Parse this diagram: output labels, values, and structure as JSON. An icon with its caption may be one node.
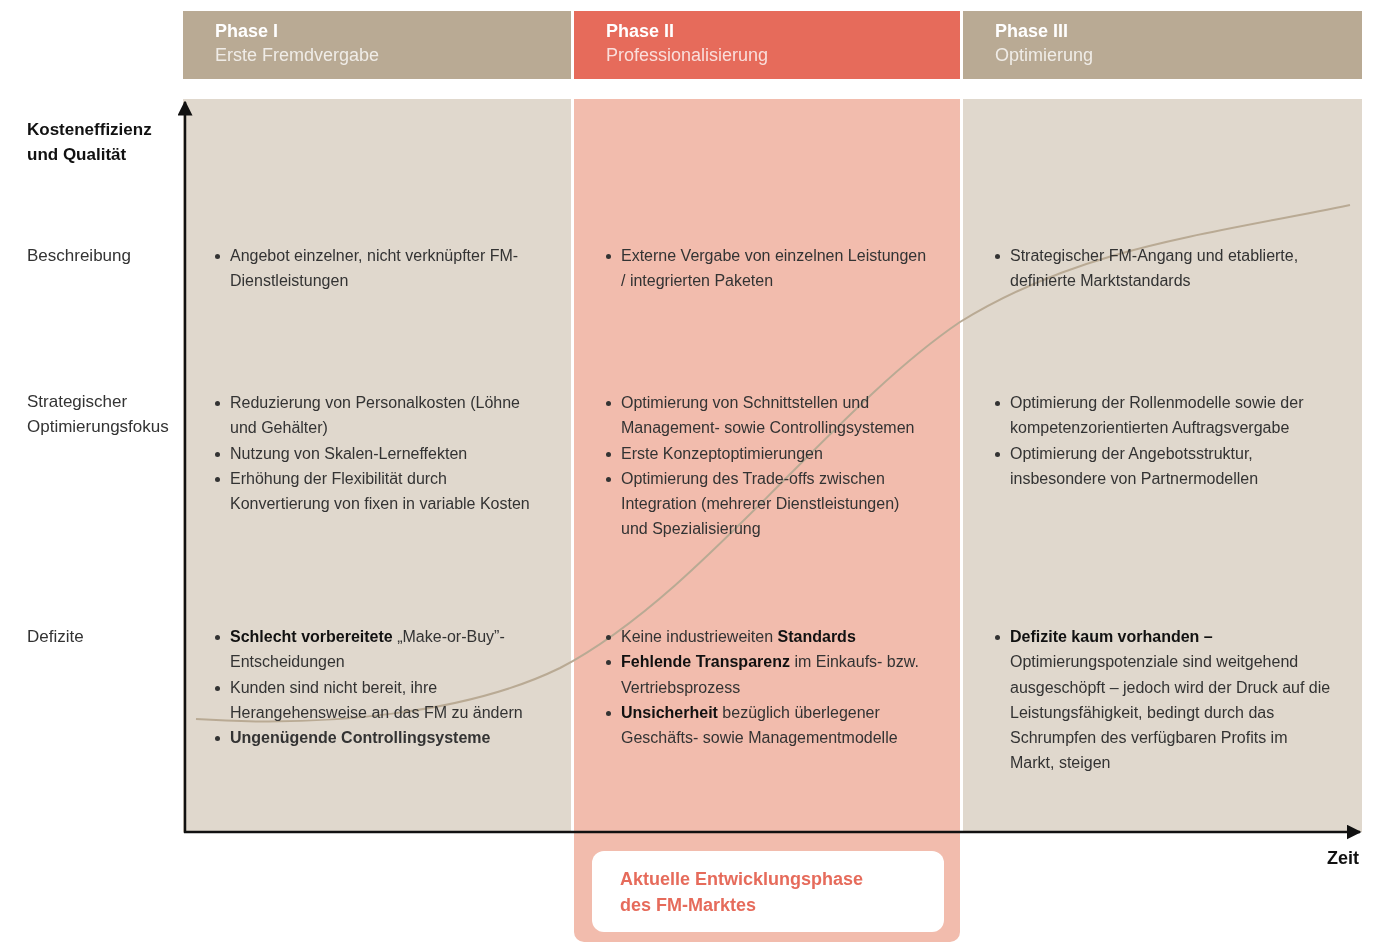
{
  "diagram": {
    "nodes": [
      {
        "text": [
          "Phase I",
          "Erste Fremdvergabe"
        ]
      },
      {
        "text": [
          "Phase II",
          "Professionalisierung"
        ]
      },
      {
        "text": [
          "Phase III",
          "Optimierung"
        ]
      },
      {
        "text": [
          "Aktuelle Entwicklungsphase des FM-Marktes"
        ]
      }
    ],
    "labels": [
      "Kosteneffizienz und Qualität",
      "Beschreibung",
      "Angebot einzelner, nicht verknüpfter FM-Dienstleistungen",
      "Externe Vergabe von einzelnen Leistungen / integrierten Paketen",
      "Strategischer FM-Angang und etablierte, definierte Marktstandards",
      "Strategischer Optimierungsfokus",
      "Reduzierung von Personalkosten (Löhne und Gehälter)",
      "Nutzung von Skalen-Lerneffekten",
      "Erhöhung der Flexibilität durch Konvertierung von fixen in variable Kosten",
      "Optimierung von Schnittstellen und Management- sowie Controllingsystemen",
      "Erste Konzeptoptimierungen",
      "Optimierung des Trade-offs zwischen Integration (mehrerer Dienstleistungen) und Spezialisierung",
      "Optimierung der Rollenmodelle sowie der kompetenzorientierten Auftragsvergabe",
      "Optimierung der Angebotsstruktur, insbesondere von Partnermodellen",
      "Defizite",
      "**Schlecht vorbereitete** „Make-or-Buy”-Entscheidungen",
      "Kunden sind nicht bereit, ihre Herangehensweise an das FM zu ändern",
      "Ungenügende Controllingsysteme",
      "Keine industrieweiten **Standards**",
      "**Fehlende Transparenz** im Einkaufs- bzw. Vertriebsprozess",
      "**Unsicherheit** bezüglich überlegener Geschäfts- sowie Managementmodelle",
      "**Defizite kaum vorhanden –** Optimierungspotenziale sind weitgehend ausgeschöpft – jedoch wird der Druck auf die Leistungsfähigkeit, bedingt durch das Schrumpfen des verfügbaren Profits im Markt, steigen",
      "Zeit"
    ]
  }
}
